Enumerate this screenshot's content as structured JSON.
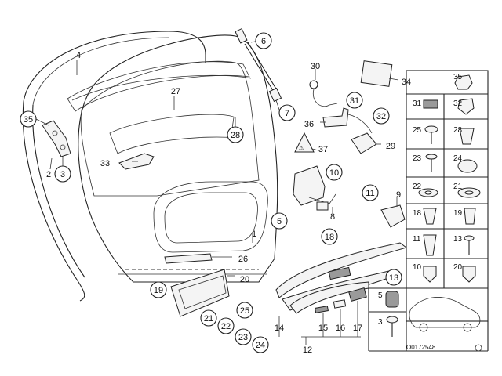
{
  "diagram": {
    "code": "O0172548",
    "highlighted": "6",
    "circled_labels": [
      {
        "text": "6",
        "highlight": true
      },
      {
        "text": "35"
      },
      {
        "text": "3"
      },
      {
        "text": "28"
      },
      {
        "text": "7"
      },
      {
        "text": "31"
      },
      {
        "text": "32"
      },
      {
        "text": "10"
      },
      {
        "text": "11"
      },
      {
        "text": "5"
      },
      {
        "text": "18"
      },
      {
        "text": "19"
      },
      {
        "text": "21"
      },
      {
        "text": "22"
      },
      {
        "text": "23"
      },
      {
        "text": "24"
      },
      {
        "text": "25"
      },
      {
        "text": "13"
      }
    ],
    "plain_labels": [
      {
        "text": "4"
      },
      {
        "text": "30"
      },
      {
        "text": "34"
      },
      {
        "text": "27"
      },
      {
        "text": "36"
      },
      {
        "text": "37"
      },
      {
        "text": "29"
      },
      {
        "text": "33"
      },
      {
        "text": "2"
      },
      {
        "text": "8"
      },
      {
        "text": "9"
      },
      {
        "text": "1"
      },
      {
        "text": "26"
      },
      {
        "text": "20"
      },
      {
        "text": "14"
      },
      {
        "text": "15"
      },
      {
        "text": "16"
      },
      {
        "text": "17"
      },
      {
        "text": "12"
      }
    ],
    "grid_labels": [
      {
        "text": "35"
      },
      {
        "text": "31"
      },
      {
        "text": "32"
      },
      {
        "text": "25"
      },
      {
        "text": "28"
      },
      {
        "text": "23"
      },
      {
        "text": "24"
      },
      {
        "text": "22"
      },
      {
        "text": "21"
      },
      {
        "text": "18"
      },
      {
        "text": "19"
      },
      {
        "text": "11"
      },
      {
        "text": "13"
      },
      {
        "text": "10"
      },
      {
        "text": "20"
      },
      {
        "text": "5"
      },
      {
        "text": "3"
      }
    ]
  }
}
